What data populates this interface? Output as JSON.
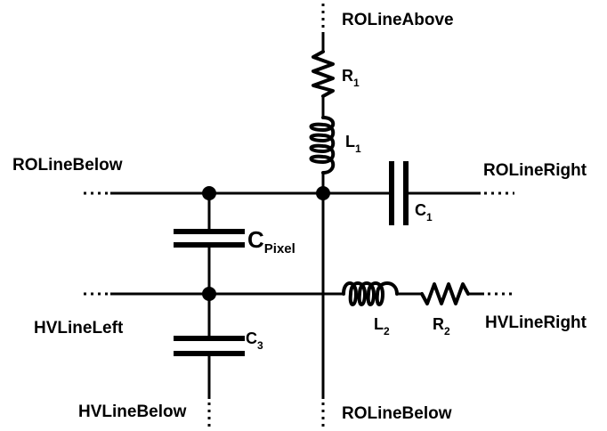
{
  "terminals": {
    "ro_line_above": "ROLineAbove",
    "ro_line_below_left": "ROLineBelow",
    "ro_line_right": "ROLineRight",
    "hv_line_left": "HVLineLeft",
    "hv_line_right": "HVLineRight",
    "hv_line_below": "HVLineBelow",
    "ro_line_below_bottom": "ROLineBelow"
  },
  "components": {
    "r1": {
      "letter": "R",
      "sub": "1"
    },
    "l1": {
      "letter": "L",
      "sub": "1"
    },
    "c1": {
      "letter": "C",
      "sub": "1"
    },
    "c_pixel": {
      "letter": "C",
      "sub": "Pixel"
    },
    "l2": {
      "letter": "L",
      "sub": "2"
    },
    "r2": {
      "letter": "R",
      "sub": "2"
    },
    "c3": {
      "letter": "C",
      "sub": "3"
    }
  }
}
